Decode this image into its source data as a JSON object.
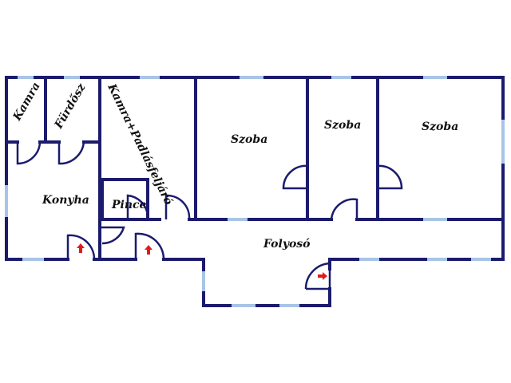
{
  "rooms": {
    "kamra": "Kamra",
    "furdosz": "Fürdősz",
    "kamra_padlas": "Kamra+Padlásfeljáró",
    "szoba1": "Szoba",
    "szoba2": "Szoba",
    "szoba3": "Szoba",
    "konyha": "Konyha",
    "pince": "Pince",
    "folyoso": "Folyosó"
  },
  "colors": {
    "wall": "#1b1b6e",
    "window": "#a8c4e6",
    "entrance_arrow": "#e01b1b"
  }
}
